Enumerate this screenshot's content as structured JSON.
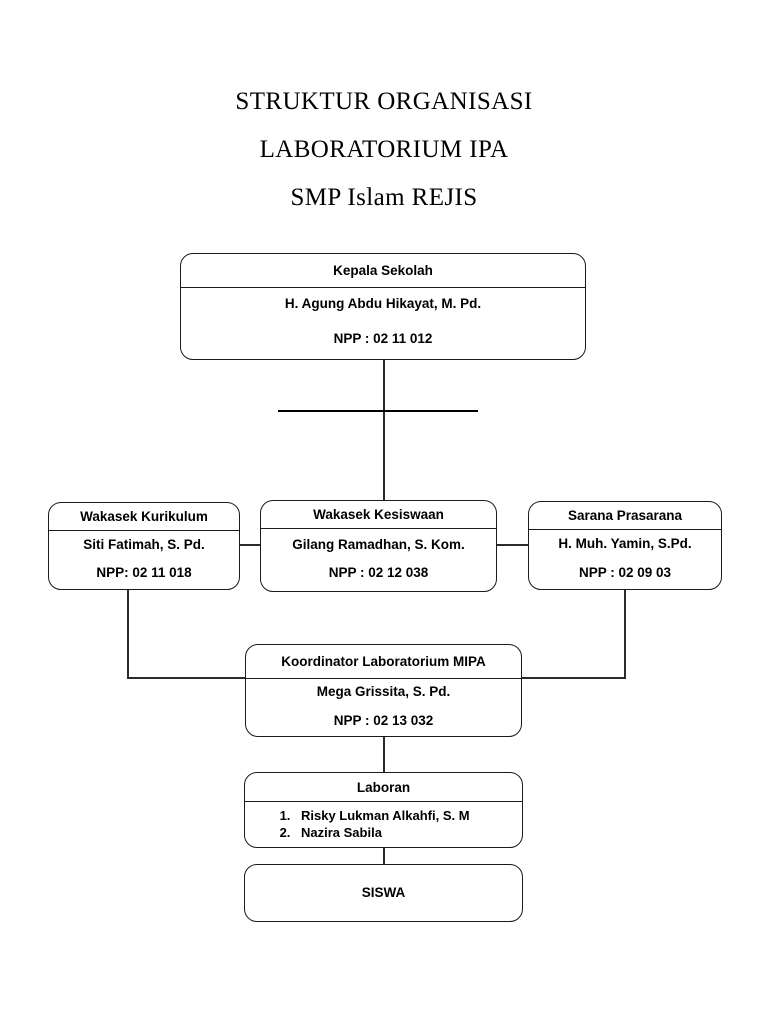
{
  "title": {
    "line1": "STRUKTUR ORGANISASI",
    "line2": "LABORATORIUM IPA",
    "line3": "SMP Islam REJIS"
  },
  "nodes": {
    "kepala_sekolah": {
      "header": "Kepala Sekolah",
      "name": "H. Agung Abdu Hikayat, M. Pd.",
      "npp": "NPP : 02 11 012"
    },
    "wakasek_kurikulum": {
      "header": "Wakasek Kurikulum",
      "name": "Siti Fatimah, S. Pd.",
      "npp": "NPP: 02 11 018"
    },
    "wakasek_kesiswaan": {
      "header": "Wakasek Kesiswaan",
      "name": "Gilang Ramadhan, S. Kom.",
      "npp": "NPP : 02 12 038"
    },
    "sarana_prasarana": {
      "header": "Sarana Prasarana",
      "name": "H. Muh. Yamin, S.Pd.",
      "npp": "NPP : 02 09 03"
    },
    "koordinator": {
      "header": "Koordinator Laboratorium MIPA",
      "name": "Mega Grissita, S. Pd.",
      "npp": "NPP : 02 13 032"
    },
    "laboran": {
      "header": "Laboran",
      "item1_num": "1.",
      "item1_name": "Risky Lukman Alkahfi, S. M",
      "item2_num": "2.",
      "item2_name": "Nazira Sabila"
    },
    "siswa": {
      "label": "SISWA"
    }
  },
  "colors": {
    "border": "#1a1a1a",
    "line": "#2b2b2b",
    "text": "#000000",
    "background": "#ffffff"
  }
}
